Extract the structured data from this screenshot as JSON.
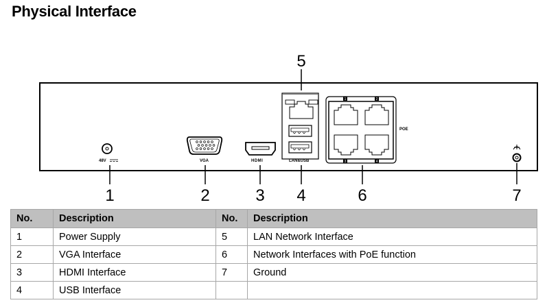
{
  "page": {
    "title": "Physical Interface"
  },
  "diagram": {
    "panel_labels": {
      "power": "48V",
      "vga": "VGA",
      "hdmi": "HDMI",
      "lan_usb": "LAN&USB",
      "poe": "POE"
    },
    "poe_port_numbers": [
      "1",
      "2",
      "3",
      "4"
    ],
    "callouts": [
      {
        "num": "1",
        "target": "power-supply-port"
      },
      {
        "num": "2",
        "target": "vga-port"
      },
      {
        "num": "3",
        "target": "hdmi-port"
      },
      {
        "num": "4",
        "target": "usb-ports"
      },
      {
        "num": "5",
        "target": "lan-port"
      },
      {
        "num": "6",
        "target": "poe-ports"
      },
      {
        "num": "7",
        "target": "ground-terminal"
      }
    ],
    "icons": [
      "power-jack-icon",
      "dc-symbol-icon",
      "vga-connector-icon",
      "hdmi-connector-icon",
      "rj45-port-icon",
      "usb-port-icon",
      "ground-symbol-icon"
    ]
  },
  "table": {
    "headers": [
      "No.",
      "Description",
      "No.",
      "Description"
    ],
    "rows": [
      [
        "1",
        "Power Supply",
        "5",
        "LAN Network Interface"
      ],
      [
        "2",
        "VGA Interface",
        "6",
        "Network Interfaces with PoE function"
      ],
      [
        "3",
        "HDMI Interface",
        "7",
        "Ground"
      ],
      [
        "4",
        "USB Interface",
        "",
        ""
      ]
    ]
  }
}
